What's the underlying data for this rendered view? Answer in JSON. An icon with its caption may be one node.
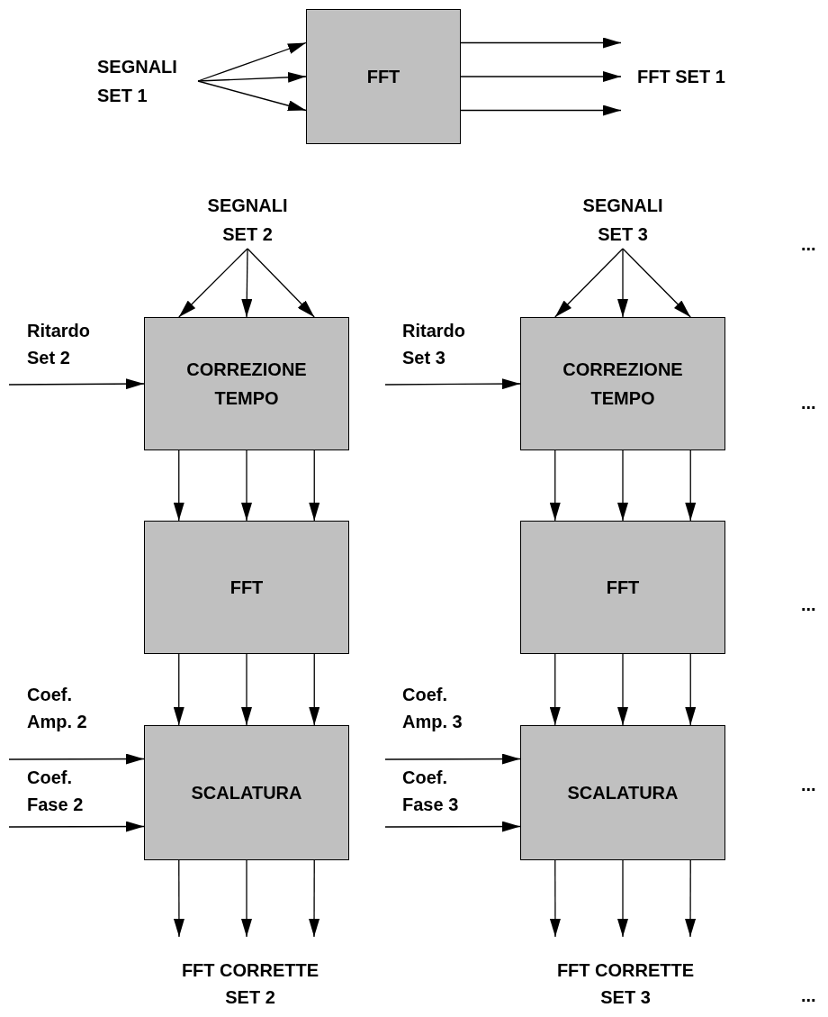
{
  "diagram": {
    "nodes": [
      {
        "text": [
          "SEGNALI SET 1"
        ]
      },
      {
        "text": [
          "FFT"
        ]
      },
      {
        "text": [
          "SEGNALI SET 2"
        ]
      },
      {
        "text": [
          "CORREZIONE TEMPO"
        ]
      },
      {
        "text": [
          "FFT"
        ]
      },
      {
        "text": [
          "SCALATURA"
        ]
      },
      {
        "text": [
          "SEGNALI SET 3"
        ]
      },
      {
        "text": [
          "CORREZIONE TEMPO"
        ]
      },
      {
        "text": [
          "FFT"
        ]
      },
      {
        "text": [
          "SCALATURA"
        ]
      },
      {
        "text": [
          "FFT SET 1"
        ]
      }
    ],
    "edges": [
      {
        "from": 0,
        "to": 1,
        "arrow": "to"
      },
      {
        "from": 0,
        "to": 1,
        "arrow": "to"
      },
      {
        "from": 0,
        "to": 1,
        "arrow": "to"
      },
      {
        "from": 1,
        "to": 10,
        "arrow": "to"
      },
      {
        "from": 1,
        "to": 10,
        "arrow": "to"
      },
      {
        "from": 1,
        "to": 10,
        "arrow": "to"
      },
      {
        "from": 2,
        "to": 3,
        "arrow": "to"
      },
      {
        "from": 2,
        "to": 3,
        "arrow": "to"
      },
      {
        "from": 2,
        "to": 3,
        "arrow": "to"
      },
      {
        "from": null,
        "to": 3,
        "arrow": "to"
      },
      {
        "from": 3,
        "to": 4,
        "arrow": "to"
      },
      {
        "from": 3,
        "to": 4,
        "arrow": "to"
      },
      {
        "from": 3,
        "to": 4,
        "arrow": "to"
      },
      {
        "from": 4,
        "to": 5,
        "arrow": "to"
      },
      {
        "from": 4,
        "to": 5,
        "arrow": "to"
      },
      {
        "from": 4,
        "to": 5,
        "arrow": "to"
      },
      {
        "from": null,
        "to": 5,
        "arrow": "to"
      },
      {
        "from": null,
        "to": 5,
        "arrow": "to"
      },
      {
        "from": 5,
        "to": null,
        "arrow": "to"
      },
      {
        "from": 5,
        "to": null,
        "arrow": "to"
      },
      {
        "from": 5,
        "to": null,
        "arrow": "to"
      },
      {
        "from": 6,
        "to": 7,
        "arrow": "to"
      },
      {
        "from": 6,
        "to": 7,
        "arrow": "to"
      },
      {
        "from": 6,
        "to": 7,
        "arrow": "to"
      },
      {
        "from": null,
        "to": 7,
        "arrow": "to"
      },
      {
        "from": 7,
        "to": 8,
        "arrow": "to"
      },
      {
        "from": 7,
        "to": 8,
        "arrow": "to"
      },
      {
        "from": 7,
        "to": 8,
        "arrow": "to"
      },
      {
        "from": 8,
        "to": 9,
        "arrow": "to"
      },
      {
        "from": 8,
        "to": 9,
        "arrow": "to"
      },
      {
        "from": 8,
        "to": 9,
        "arrow": "to"
      },
      {
        "from": null,
        "to": 9,
        "arrow": "to"
      },
      {
        "from": null,
        "to": 9,
        "arrow": "to"
      },
      {
        "from": 9,
        "to": null,
        "arrow": "to"
      },
      {
        "from": 9,
        "to": null,
        "arrow": "to"
      },
      {
        "from": 9,
        "to": null,
        "arrow": "to"
      }
    ],
    "labels": [
      "...",
      "Ritardo Set 2",
      "Ritardo Set 3",
      "...",
      "...",
      "Coef. Amp. 2",
      "Coef. Amp. 3",
      "Coef. Fase 2",
      "Coef. Fase 3",
      "...",
      "FFT CORRETTE SET 2",
      "FFT CORRETTE SET 3",
      "..."
    ]
  }
}
